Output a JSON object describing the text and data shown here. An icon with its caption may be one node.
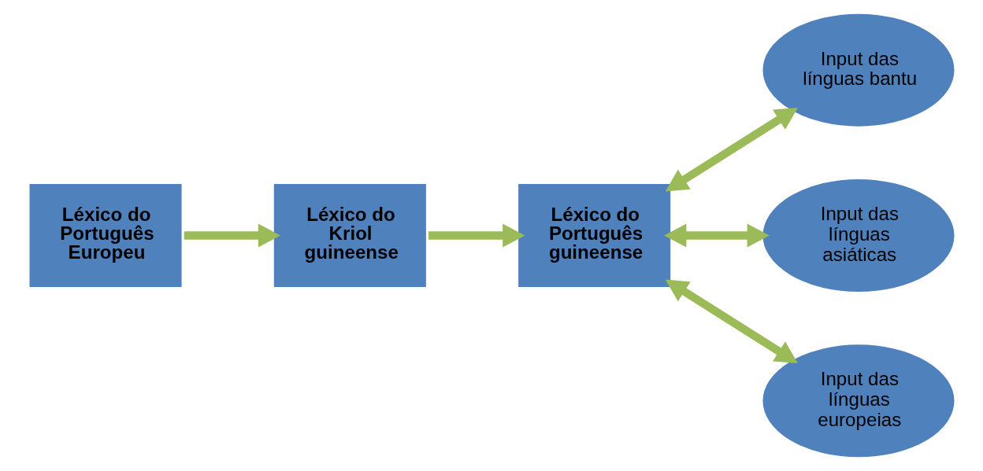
{
  "diagram": {
    "nodes": [
      {
        "text": [
          "Léxico do Português Europeu"
        ]
      },
      {
        "text": [
          "Léxico do Kriol guineense"
        ]
      },
      {
        "text": [
          "Léxico do Português guineense"
        ]
      },
      {
        "text": [
          "Input das línguas bantu"
        ]
      },
      {
        "text": [
          "Input das línguas asiáticas"
        ]
      },
      {
        "text": [
          "Input das línguas europeias"
        ]
      }
    ],
    "edges": [
      {
        "from": 0,
        "to": 1,
        "arrow": "to"
      },
      {
        "from": 1,
        "to": 2,
        "arrow": "to"
      },
      {
        "from": 2,
        "to": 3,
        "arrow": "both"
      },
      {
        "from": 2,
        "to": 4,
        "arrow": "both"
      },
      {
        "from": 2,
        "to": 5,
        "arrow": "both"
      }
    ]
  }
}
